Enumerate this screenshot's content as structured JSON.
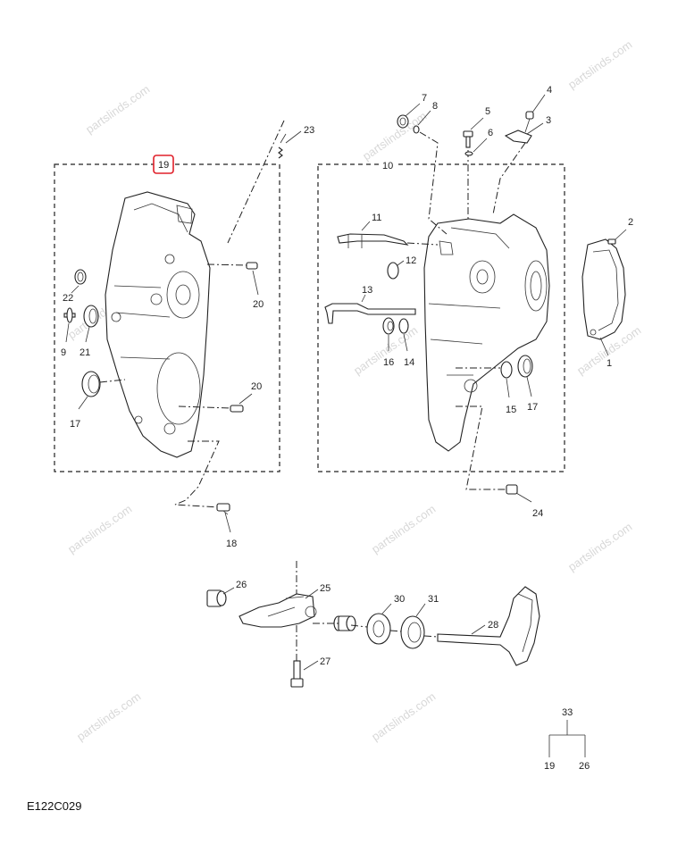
{
  "diagram_code": "E122C029",
  "watermark": "partslinds.com",
  "highlight_color": "#e0202a",
  "groups": {
    "left_box": "19",
    "right_box": "10"
  },
  "callouts": {
    "c1": "1",
    "c2": "2",
    "c3": "3",
    "c4": "4",
    "c5": "5",
    "c6": "6",
    "c7": "7",
    "c8": "8",
    "c9": "9",
    "c11": "11",
    "c12": "12",
    "c13": "13",
    "c14": "14",
    "c15a": "15",
    "c16": "16",
    "c17a": "17",
    "c17b": "17",
    "c18": "18",
    "c20a": "20",
    "c20b": "20",
    "c21": "21",
    "c22": "22",
    "c23": "23",
    "c24": "24",
    "c25": "25",
    "c26": "26",
    "c27": "27",
    "c28": "28",
    "c30": "30",
    "c31": "31"
  },
  "legend_tree": {
    "parent": "33",
    "children": [
      "19",
      "26"
    ]
  }
}
